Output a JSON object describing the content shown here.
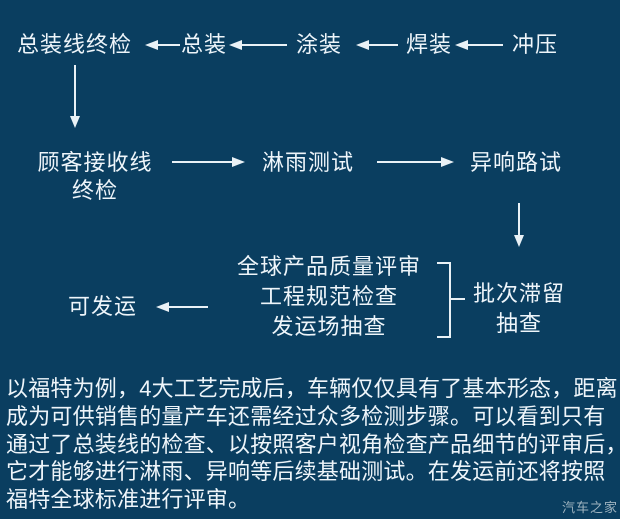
{
  "colors": {
    "background": "#0a3e60",
    "text": "#eef5fa",
    "arrow": "#e9f1f6",
    "watermark": "#9fb4c0"
  },
  "flowchart": {
    "stages": {
      "final_assembly_check": "总装线终检",
      "general_assembly": "总装",
      "painting": "涂装",
      "welding": "焊装",
      "stamping": "冲压",
      "customer_acceptance_line1": "顾客接收线",
      "customer_acceptance_line2": "终检",
      "rain_test": "淋雨测试",
      "noise_road_test": "异响路试",
      "ready_to_ship": "可发运",
      "batch_hold_line1": "批次滞留",
      "batch_hold_line2": "抽查"
    },
    "review_items": [
      "全球产品质量评审",
      "工程规范检查",
      "发运场抽查"
    ]
  },
  "caption": {
    "lines": [
      "以福特为例，4大工艺完成后，车辆仅仅具有了基本形态，距离",
      "成为可供销售的量产车还需经过众多检测步骤。可以看到只有",
      "通过了总装线的检查、以按照客户视角检查产品细节的评审后，",
      "它才能够进行淋雨、异响等后续基础测试。在发运前还将按照",
      "福特全球标准进行评审。"
    ]
  },
  "watermark": "汽车之家"
}
